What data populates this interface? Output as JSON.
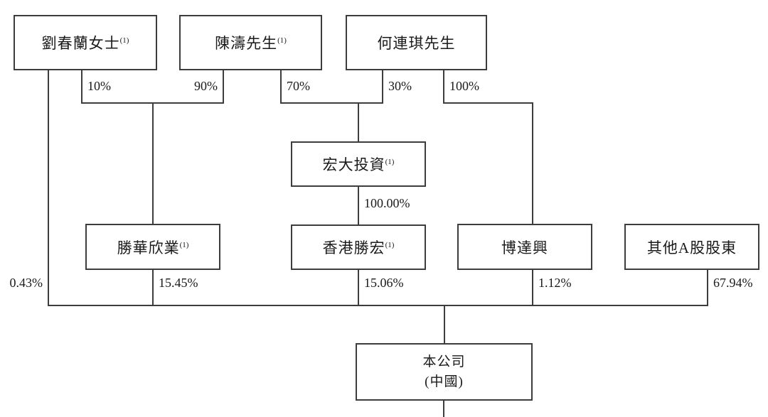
{
  "diagram_type": "shareholding-structure",
  "entities": {
    "liu": {
      "label": "劉春蘭女士",
      "sup": "(1)"
    },
    "chen": {
      "label": "陳濤先生",
      "sup": "(1)"
    },
    "he": {
      "label": "何連琪先生",
      "sup": ""
    },
    "hongda": {
      "label": "宏大投資",
      "sup": "(1)"
    },
    "shenghua": {
      "label": "勝華欣業",
      "sup": "(1)"
    },
    "hk": {
      "label": "香港勝宏",
      "sup": "(1)"
    },
    "boda": {
      "label": "博達興",
      "sup": ""
    },
    "other": {
      "label": "其他A股股東",
      "sup": ""
    },
    "company": {
      "line1": "本公司",
      "line2": "(中國)"
    }
  },
  "ownership": {
    "liu_to_shenghua": "10%",
    "chen_to_shenghua": "90%",
    "chen_to_hongda": "70%",
    "he_to_hongda": "30%",
    "he_to_boda": "100%",
    "hongda_to_hk": "100.00%",
    "liu_to_company": "0.43%",
    "shenghua_to_company": "15.45%",
    "hk_to_company": "15.06%",
    "boda_to_company": "1.12%",
    "other_to_company": "67.94%"
  },
  "colors": {
    "line": "#3d3d3d",
    "text": "#1a1a1a",
    "background": "#ffffff"
  }
}
